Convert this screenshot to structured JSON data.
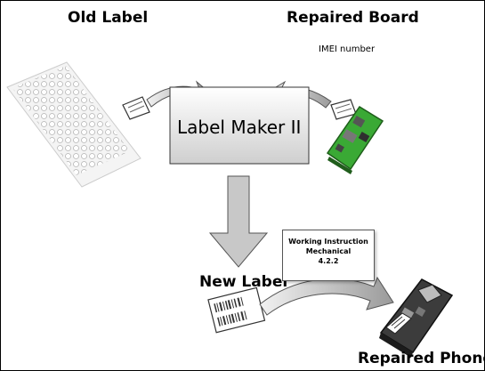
{
  "labels": {
    "old_label": "Old Label",
    "repaired_board": "Repaired Board",
    "imei": "IMEI number",
    "label_maker": "Label Maker II",
    "new_label": "New Label",
    "repaired_phone": "Repaired Phone"
  },
  "instruction": {
    "line1": "Working Instruction",
    "line2": "Mechanical",
    "line3": "4.2.2"
  },
  "colors": {
    "board_green": "#3aa935",
    "arrow_gray": "#bdbdbd",
    "box_fill": "#e6e6e6"
  }
}
